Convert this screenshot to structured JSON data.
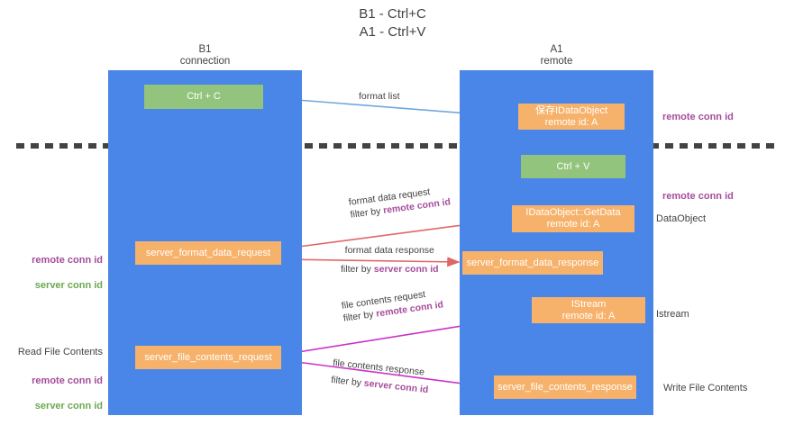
{
  "title": "B1 - Ctrl+C\nA1 - Ctrl+V",
  "columns": {
    "left": {
      "header": "B1\nconnection"
    },
    "right": {
      "header": "A1\nremote"
    }
  },
  "boxes": {
    "ctrl_c": "Ctrl + C",
    "idataobject_saved": "保存IDataObject\nremote id: A",
    "ctrl_v": "Ctrl + V",
    "idataobject_getdata": "IDataObject::GetData\nremote id: A",
    "server_format_data_request": "server_format_data_request",
    "server_format_data_response": "server_format_data_response",
    "istream": "IStream\nremote id: A",
    "server_file_contents_request": "server_file_contents_request",
    "server_file_contents_response": "server_file_contents_response"
  },
  "edge_labels": {
    "format_list": "format list",
    "format_data_request": "format data request",
    "format_data_request_filter_prefix": "filter by ",
    "format_data_request_filter_key": "remote conn id",
    "format_data_response": "format data response",
    "format_data_response_filter_prefix": "filter by ",
    "format_data_response_filter_key": "server conn id",
    "file_contents_request": "file contents request",
    "file_contents_request_filter_prefix": "filter by ",
    "file_contents_request_filter_key": "remote conn id",
    "file_contents_response": "file contents response",
    "file_contents_response_filter_prefix": "filter by ",
    "file_contents_response_filter_key": "server conn id"
  },
  "notes": {
    "right_remote_conn_id_top": "remote conn id",
    "right_remote_conn_id_mid": "remote conn id",
    "dataobject": "DataObject",
    "istream": "Istream",
    "write_file_contents": "Write File Contents",
    "left_remote_conn_id": "remote conn id",
    "left_server_conn_id": "server conn id",
    "read_file_contents": "Read File Contents",
    "left_remote_conn_id_2": "remote conn id",
    "left_server_conn_id_2": "server conn id"
  },
  "colors": {
    "lane": "#4a86e8",
    "green_box": "#93c47d",
    "orange_box": "#f6b26b",
    "purple_text": "#a64d9a",
    "green_text": "#6aa84f",
    "blue_arrow": "#6fa8dc",
    "red_arrow": "#e06666",
    "magenta_arrow": "#c932c9",
    "black_arrow": "#000000",
    "divider": "#434343"
  }
}
